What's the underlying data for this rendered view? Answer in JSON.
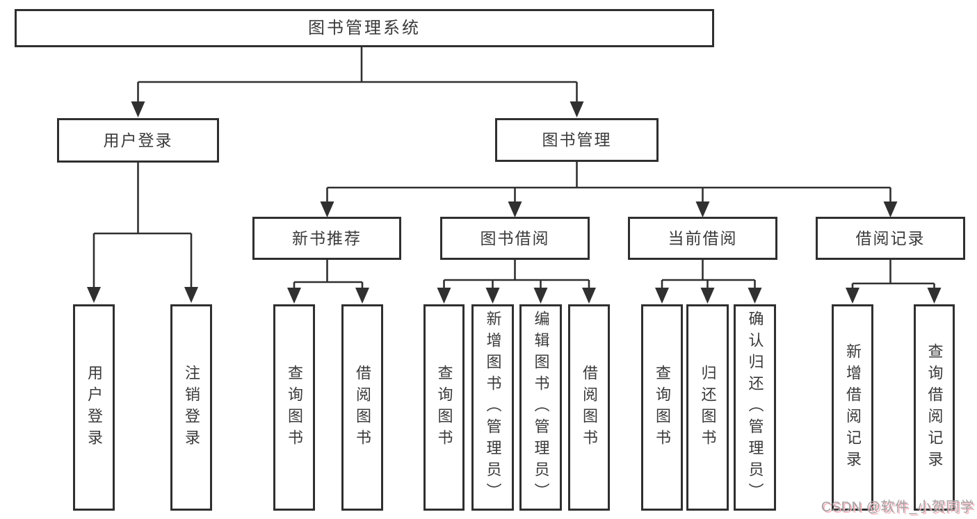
{
  "diagram": {
    "type": "hierarchy-tree",
    "root": {
      "label": "图书管理系统",
      "children": [
        {
          "label": "用户登录",
          "children": [
            {
              "label": "用户登录"
            },
            {
              "label": "注销登录"
            }
          ]
        },
        {
          "label": "图书管理",
          "children": [
            {
              "label": "新书推荐",
              "children": [
                {
                  "label": "查询图书"
                },
                {
                  "label": "借阅图书"
                }
              ]
            },
            {
              "label": "图书借阅",
              "children": [
                {
                  "label": "查询图书"
                },
                {
                  "label": "新增图书（管理员）"
                },
                {
                  "label": "编辑图书（管理员）"
                },
                {
                  "label": "借阅图书"
                }
              ]
            },
            {
              "label": "当前借阅",
              "children": [
                {
                  "label": "查询图书"
                },
                {
                  "label": "归还图书"
                },
                {
                  "label": "确认归还（管理员）"
                }
              ]
            },
            {
              "label": "借阅记录",
              "children": [
                {
                  "label": "新增借阅记录"
                },
                {
                  "label": "查询借阅记录"
                }
              ]
            }
          ]
        }
      ]
    }
  },
  "watermark": {
    "text": "CSDN @软件_小贺同学"
  },
  "colors": {
    "line": "#303030",
    "border": "#2f2f2f",
    "text": "#3a3a3a",
    "background": "#ffffff",
    "watermark_text": "#a3a3a3",
    "watermark_shadow": "#f5b5bf"
  }
}
